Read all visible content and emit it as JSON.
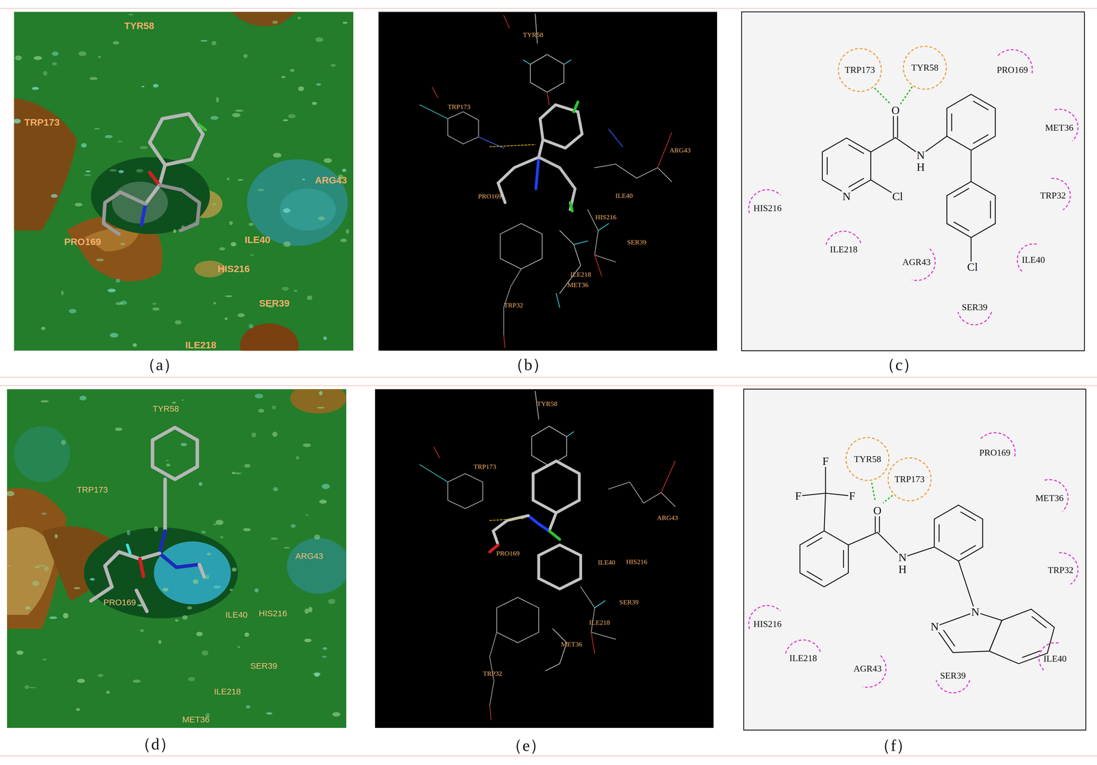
{
  "diagram": {
    "nodes": [
      {
        "text": [
          "TRP173"
        ]
      },
      {
        "text": [
          "TYR58"
        ]
      },
      {
        "text": [
          "PRO169"
        ]
      },
      {
        "text": [
          "MET36"
        ]
      },
      {
        "text": [
          "TRP32"
        ]
      },
      {
        "text": [
          "ILE40"
        ]
      },
      {
        "text": [
          "SER39"
        ]
      },
      {
        "text": [
          "AGR43"
        ]
      },
      {
        "text": [
          "ILE218"
        ]
      },
      {
        "text": [
          "HIS216"
        ]
      },
      {
        "text": [
          "TYR58"
        ]
      },
      {
        "text": [
          "TRP173"
        ]
      },
      {
        "text": [
          "PRO169"
        ]
      },
      {
        "text": [
          "MET36"
        ]
      },
      {
        "text": [
          "TRP32"
        ]
      },
      {
        "text": [
          "ILE40"
        ]
      },
      {
        "text": [
          "SER39"
        ]
      },
      {
        "text": [
          "AGR43"
        ]
      },
      {
        "text": [
          "ILE218"
        ]
      },
      {
        "text": [
          "HIS216"
        ]
      }
    ],
    "labels": [
      "TYR58",
      "TRP173",
      "ARG43",
      "PRO169",
      "ILE40",
      "HIS216",
      "SER39",
      "ILE218",
      "TYR58",
      "TRP173",
      "ARG43",
      "PRO169",
      "ILE40",
      "HIS216",
      "SER39",
      "ILE218",
      "MET36",
      "TRP32",
      "TYR58",
      "TRP173",
      "ARG43",
      "PRO169",
      "ILE40",
      "HIS216",
      "SER39",
      "ILE218",
      "MET36",
      "TYR58",
      "TRP173",
      "ARG43",
      "PRO169",
      "ILE40",
      "HIS216",
      "SER39",
      "ILE218",
      "MET36",
      "TRP32",
      "O",
      "N",
      "H",
      "N",
      "Cl",
      "Cl",
      "F",
      "F",
      "F",
      "O",
      "N",
      "H",
      "N",
      "N",
      "（a）",
      "（b）",
      "（c）",
      "（d）",
      "（e）",
      "（f）"
    ]
  }
}
